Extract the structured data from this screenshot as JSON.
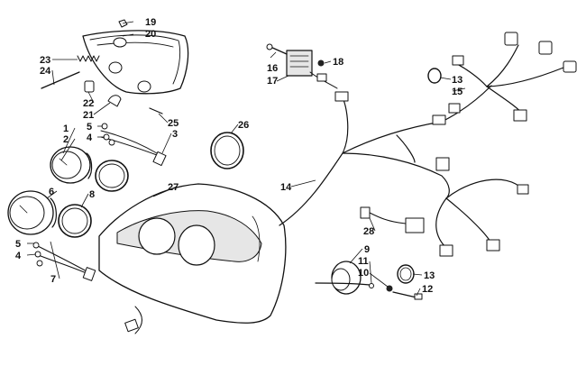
{
  "callouts": [
    "1",
    "2",
    "3",
    "4",
    "5",
    "6",
    "7",
    "8",
    "9",
    "10",
    "11",
    "12",
    "13",
    "14",
    "15",
    "16",
    "17",
    "18",
    "19",
    "20",
    "21",
    "22",
    "23",
    "24",
    "25",
    "26",
    "27",
    "28"
  ],
  "extra_callouts": [
    "4",
    "5",
    "13"
  ]
}
